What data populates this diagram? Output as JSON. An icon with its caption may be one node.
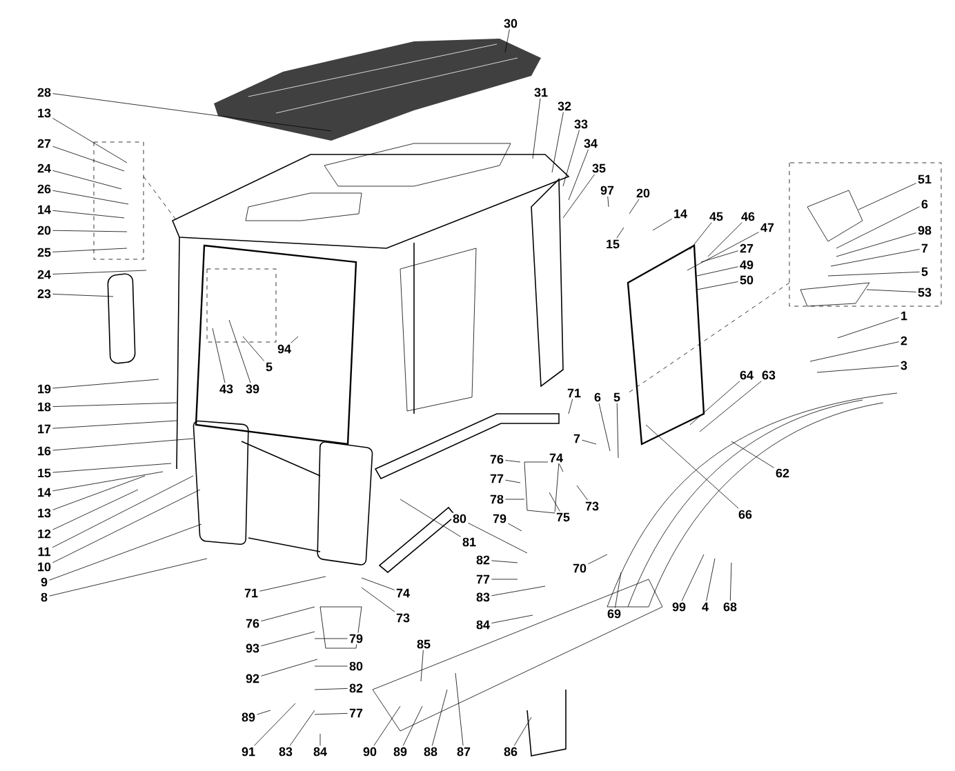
{
  "diagram": {
    "nodes": [
      {
        "text": [
          "28"
        ]
      },
      {
        "text": [
          "13"
        ]
      },
      {
        "text": [
          "27"
        ]
      },
      {
        "text": [
          "24"
        ]
      },
      {
        "text": [
          "26"
        ]
      },
      {
        "text": [
          "14"
        ]
      },
      {
        "text": [
          "20"
        ]
      },
      {
        "text": [
          "25"
        ]
      },
      {
        "text": [
          "24"
        ]
      },
      {
        "text": [
          "23"
        ]
      },
      {
        "text": [
          "19"
        ]
      },
      {
        "text": [
          "18"
        ]
      },
      {
        "text": [
          "17"
        ]
      },
      {
        "text": [
          "16"
        ]
      },
      {
        "text": [
          "15"
        ]
      },
      {
        "text": [
          "14"
        ]
      },
      {
        "text": [
          "13"
        ]
      },
      {
        "text": [
          "12"
        ]
      },
      {
        "text": [
          "11"
        ]
      },
      {
        "text": [
          "10"
        ]
      },
      {
        "text": [
          "9"
        ]
      },
      {
        "text": [
          "8"
        ]
      },
      {
        "text": [
          "94"
        ]
      },
      {
        "text": [
          "5"
        ]
      },
      {
        "text": [
          "43"
        ]
      },
      {
        "text": [
          "39"
        ]
      },
      {
        "text": [
          "30"
        ]
      },
      {
        "text": [
          "31"
        ]
      },
      {
        "text": [
          "32"
        ]
      },
      {
        "text": [
          "33"
        ]
      },
      {
        "text": [
          "34"
        ]
      },
      {
        "text": [
          "35"
        ]
      },
      {
        "text": [
          "97"
        ]
      },
      {
        "text": [
          "20"
        ]
      },
      {
        "text": [
          "15"
        ]
      },
      {
        "text": [
          "14"
        ]
      },
      {
        "text": [
          "45"
        ]
      },
      {
        "text": [
          "46"
        ]
      },
      {
        "text": [
          "47"
        ]
      },
      {
        "text": [
          "27"
        ]
      },
      {
        "text": [
          "49"
        ]
      },
      {
        "text": [
          "50"
        ]
      },
      {
        "text": [
          "51"
        ]
      },
      {
        "text": [
          "6"
        ]
      },
      {
        "text": [
          "98"
        ]
      },
      {
        "text": [
          "7"
        ]
      },
      {
        "text": [
          "5"
        ]
      },
      {
        "text": [
          "53"
        ]
      },
      {
        "text": [
          "1"
        ]
      },
      {
        "text": [
          "2"
        ]
      },
      {
        "text": [
          "3"
        ]
      },
      {
        "text": [
          "64"
        ]
      },
      {
        "text": [
          "63"
        ]
      },
      {
        "text": [
          "62"
        ]
      },
      {
        "text": [
          "66"
        ]
      },
      {
        "text": [
          "70"
        ]
      },
      {
        "text": [
          "69"
        ]
      },
      {
        "text": [
          "99"
        ]
      },
      {
        "text": [
          "4"
        ]
      },
      {
        "text": [
          "68"
        ]
      },
      {
        "text": [
          "71"
        ]
      },
      {
        "text": [
          "6"
        ]
      },
      {
        "text": [
          "5"
        ]
      },
      {
        "text": [
          "7"
        ]
      },
      {
        "text": [
          "74"
        ]
      },
      {
        "text": [
          "73"
        ]
      },
      {
        "text": [
          "75"
        ]
      },
      {
        "text": [
          "76"
        ]
      },
      {
        "text": [
          "77"
        ]
      },
      {
        "text": [
          "78"
        ]
      },
      {
        "text": [
          "79"
        ]
      },
      {
        "text": [
          "80"
        ]
      },
      {
        "text": [
          "81"
        ]
      },
      {
        "text": [
          "82"
        ]
      },
      {
        "text": [
          "77"
        ]
      },
      {
        "text": [
          "83"
        ]
      },
      {
        "text": [
          "84"
        ]
      },
      {
        "text": [
          "74"
        ]
      },
      {
        "text": [
          "73"
        ]
      },
      {
        "text": [
          "79"
        ]
      },
      {
        "text": [
          "80"
        ]
      },
      {
        "text": [
          "82"
        ]
      },
      {
        "text": [
          "77"
        ]
      },
      {
        "text": [
          "71"
        ]
      },
      {
        "text": [
          "76"
        ]
      },
      {
        "text": [
          "93"
        ]
      },
      {
        "text": [
          "92"
        ]
      },
      {
        "text": [
          "89"
        ]
      },
      {
        "text": [
          "91"
        ]
      },
      {
        "text": [
          "83"
        ]
      },
      {
        "text": [
          "84"
        ]
      },
      {
        "text": [
          "85"
        ]
      },
      {
        "text": [
          "90"
        ]
      },
      {
        "text": [
          "89"
        ]
      },
      {
        "text": [
          "88"
        ]
      },
      {
        "text": [
          "87"
        ]
      },
      {
        "text": [
          "86"
        ]
      }
    ],
    "edges": [
      {
        "from": 0,
        "to": null,
        "arrow": "none"
      },
      {
        "from": 1,
        "to": null,
        "arrow": "none"
      },
      {
        "from": 2,
        "to": null,
        "arrow": "none"
      },
      {
        "from": 3,
        "to": null,
        "arrow": "none"
      },
      {
        "from": 4,
        "to": null,
        "arrow": "none"
      },
      {
        "from": 5,
        "to": null,
        "arrow": "none"
      },
      {
        "from": 6,
        "to": null,
        "arrow": "none"
      },
      {
        "from": 7,
        "to": null,
        "arrow": "none"
      },
      {
        "from": 8,
        "to": null,
        "arrow": "none"
      },
      {
        "from": 9,
        "to": null,
        "arrow": "none"
      },
      {
        "from": 10,
        "to": null,
        "arrow": "none"
      },
      {
        "from": 11,
        "to": null,
        "arrow": "none"
      },
      {
        "from": 12,
        "to": null,
        "arrow": "none"
      },
      {
        "from": 13,
        "to": null,
        "arrow": "none"
      },
      {
        "from": 14,
        "to": null,
        "arrow": "none"
      },
      {
        "from": 15,
        "to": null,
        "arrow": "none"
      },
      {
        "from": 16,
        "to": null,
        "arrow": "none"
      },
      {
        "from": 17,
        "to": null,
        "arrow": "none"
      },
      {
        "from": 18,
        "to": null,
        "arrow": "none"
      },
      {
        "from": 19,
        "to": null,
        "arrow": "none"
      },
      {
        "from": 20,
        "to": null,
        "arrow": "none"
      },
      {
        "from": 21,
        "to": null,
        "arrow": "none"
      },
      {
        "from": 22,
        "to": null,
        "arrow": "none"
      },
      {
        "from": 23,
        "to": null,
        "arrow": "none"
      },
      {
        "from": 24,
        "to": null,
        "arrow": "none"
      },
      {
        "from": 25,
        "to": null,
        "arrow": "none"
      },
      {
        "from": 26,
        "to": null,
        "arrow": "none"
      },
      {
        "from": 27,
        "to": null,
        "arrow": "none"
      },
      {
        "from": 28,
        "to": null,
        "arrow": "none"
      },
      {
        "from": 29,
        "to": null,
        "arrow": "none"
      },
      {
        "from": 30,
        "to": null,
        "arrow": "none"
      },
      {
        "from": 31,
        "to": null,
        "arrow": "none"
      },
      {
        "from": 32,
        "to": null,
        "arrow": "none"
      },
      {
        "from": 33,
        "to": null,
        "arrow": "none"
      },
      {
        "from": 34,
        "to": null,
        "arrow": "none"
      },
      {
        "from": 35,
        "to": null,
        "arrow": "none"
      },
      {
        "from": 36,
        "to": null,
        "arrow": "none"
      },
      {
        "from": 37,
        "to": null,
        "arrow": "none"
      },
      {
        "from": 38,
        "to": null,
        "arrow": "none"
      },
      {
        "from": 39,
        "to": null,
        "arrow": "none"
      },
      {
        "from": 40,
        "to": null,
        "arrow": "none"
      },
      {
        "from": 41,
        "to": null,
        "arrow": "none"
      },
      {
        "from": 42,
        "to": null,
        "arrow": "none"
      },
      {
        "from": 43,
        "to": null,
        "arrow": "none"
      },
      {
        "from": 44,
        "to": null,
        "arrow": "none"
      },
      {
        "from": 45,
        "to": null,
        "arrow": "none"
      },
      {
        "from": 46,
        "to": null,
        "arrow": "none"
      },
      {
        "from": 47,
        "to": null,
        "arrow": "none"
      },
      {
        "from": 48,
        "to": null,
        "arrow": "none"
      },
      {
        "from": 49,
        "to": null,
        "arrow": "none"
      },
      {
        "from": 50,
        "to": null,
        "arrow": "none"
      },
      {
        "from": 51,
        "to": null,
        "arrow": "none"
      },
      {
        "from": 52,
        "to": null,
        "arrow": "none"
      },
      {
        "from": 53,
        "to": null,
        "arrow": "none"
      },
      {
        "from": 54,
        "to": null,
        "arrow": "none"
      },
      {
        "from": 55,
        "to": null,
        "arrow": "none"
      },
      {
        "from": 56,
        "to": null,
        "arrow": "none"
      },
      {
        "from": 57,
        "to": null,
        "arrow": "none"
      },
      {
        "from": 58,
        "to": null,
        "arrow": "none"
      },
      {
        "from": 59,
        "to": null,
        "arrow": "none"
      },
      {
        "from": 60,
        "to": null,
        "arrow": "none"
      },
      {
        "from": 61,
        "to": null,
        "arrow": "none"
      },
      {
        "from": 62,
        "to": null,
        "arrow": "none"
      },
      {
        "from": 63,
        "to": null,
        "arrow": "none"
      },
      {
        "from": 64,
        "to": null,
        "arrow": "none"
      },
      {
        "from": 65,
        "to": null,
        "arrow": "none"
      },
      {
        "from": 66,
        "to": null,
        "arrow": "none"
      },
      {
        "from": 67,
        "to": null,
        "arrow": "none"
      },
      {
        "from": 68,
        "to": null,
        "arrow": "none"
      },
      {
        "from": 69,
        "to": null,
        "arrow": "none"
      },
      {
        "from": 70,
        "to": null,
        "arrow": "none"
      },
      {
        "from": 71,
        "to": null,
        "arrow": "none"
      },
      {
        "from": 72,
        "to": null,
        "arrow": "none"
      },
      {
        "from": 73,
        "to": null,
        "arrow": "none"
      },
      {
        "from": 74,
        "to": null,
        "arrow": "none"
      },
      {
        "from": 75,
        "to": null,
        "arrow": "none"
      },
      {
        "from": 76,
        "to": null,
        "arrow": "none"
      },
      {
        "from": 77,
        "to": null,
        "arrow": "none"
      },
      {
        "from": 78,
        "to": null,
        "arrow": "none"
      },
      {
        "from": 79,
        "to": null,
        "arrow": "none"
      },
      {
        "from": 80,
        "to": null,
        "arrow": "none"
      },
      {
        "from": 81,
        "to": null,
        "arrow": "none"
      },
      {
        "from": 82,
        "to": null,
        "arrow": "none"
      },
      {
        "from": 83,
        "to": null,
        "arrow": "none"
      },
      {
        "from": 84,
        "to": null,
        "arrow": "none"
      },
      {
        "from": 85,
        "to": null,
        "arrow": "none"
      },
      {
        "from": 86,
        "to": null,
        "arrow": "none"
      },
      {
        "from": 87,
        "to": null,
        "arrow": "none"
      },
      {
        "from": 88,
        "to": null,
        "arrow": "none"
      },
      {
        "from": 89,
        "to": null,
        "arrow": "none"
      },
      {
        "from": 90,
        "to": null,
        "arrow": "none"
      },
      {
        "from": 91,
        "to": null,
        "arrow": "none"
      },
      {
        "from": 92,
        "to": null,
        "arrow": "none"
      },
      {
        "from": 93,
        "to": null,
        "arrow": "none"
      },
      {
        "from": 94,
        "to": null,
        "arrow": "none"
      },
      {
        "from": 95,
        "to": null,
        "arrow": "none"
      },
      {
        "from": 96,
        "to": null,
        "arrow": "none"
      }
    ]
  }
}
